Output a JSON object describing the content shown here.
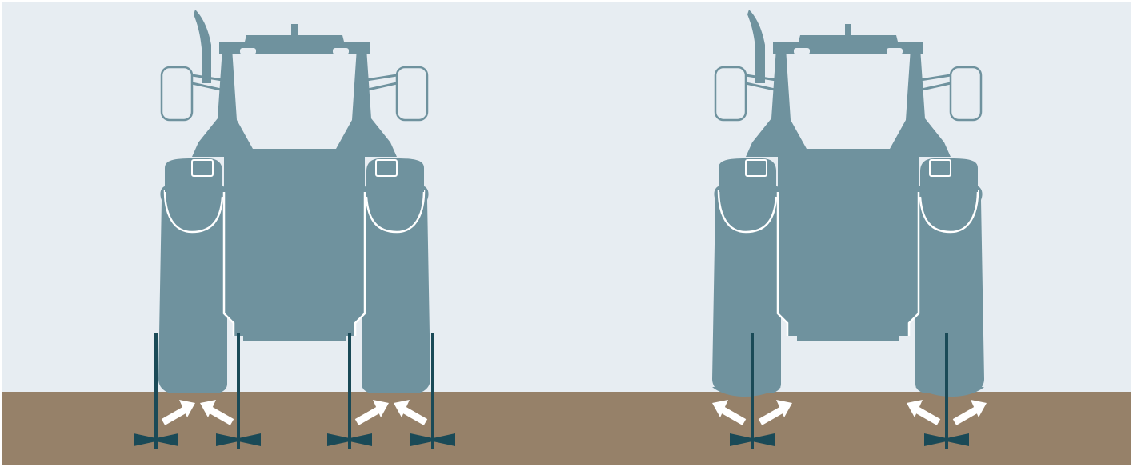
{
  "colors": {
    "sky": "#e7edf2",
    "soil": "#968169",
    "tractor": "#6f929e",
    "outline": "#ffffff",
    "tool": "#1a4a57",
    "arrow": "#ffffff"
  },
  "panels": [
    {
      "id": "left",
      "tines_per_wheel": 2,
      "soil_flow": "compression-between-tines"
    },
    {
      "id": "right",
      "tines_per_wheel": 1,
      "soil_flow": "lift-beneath-tyre"
    }
  ]
}
